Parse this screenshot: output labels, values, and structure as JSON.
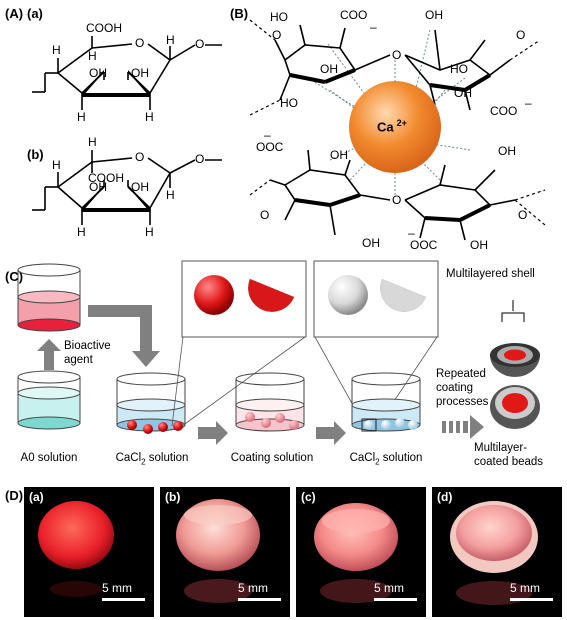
{
  "panelA": {
    "label": "(A)",
    "a": {
      "label": "(a)",
      "cooh": "COOH",
      "h1": "H",
      "h2": "H",
      "h3": "H",
      "h4": "H",
      "h5": "H",
      "oh1": "OH",
      "oh2": "OH",
      "ring_o": "O",
      "link_o": "O"
    },
    "b": {
      "label": "(b)",
      "cooh": "COOH",
      "h1": "H",
      "h2": "H",
      "h3": "H",
      "h4": "H",
      "h5": "H",
      "oh1": "OH",
      "oh2": "OH",
      "ring_o": "O",
      "link_o": "O"
    }
  },
  "panelB": {
    "label": "(B)",
    "ion": "Ca",
    "charge": "2+",
    "ho": "HO",
    "oh": "OH",
    "coo": "COO",
    "ooc": "OOC",
    "o": "O",
    "minus": "–"
  },
  "panelC": {
    "label": "(C)",
    "bioactive": "Bioactive\nagent",
    "multishell": "Multilayered shell",
    "repeated": "Repeated\ncoating\nprocesses",
    "coated_beads": "Multilayer-\ncoated beads",
    "a0": "A0 solution",
    "cacl_prefix": "CaCl",
    "cacl_sub": "2",
    "cacl_suffix": " solution",
    "coating": "Coating solution"
  },
  "panelD": {
    "label": "(D)",
    "photos": [
      {
        "label": "(a)",
        "scale": "5 mm"
      },
      {
        "label": "(b)",
        "scale": "5 mm"
      },
      {
        "label": "(c)",
        "scale": "5 mm"
      },
      {
        "label": "(d)",
        "scale": "5 mm"
      }
    ]
  },
  "colors": {
    "orange": "#f28a2e",
    "red": "#e8202a",
    "pink": "#f4a0ac",
    "blue": "#bfe4f2",
    "teal": "#a8e8e6",
    "arrow": "#808080"
  }
}
